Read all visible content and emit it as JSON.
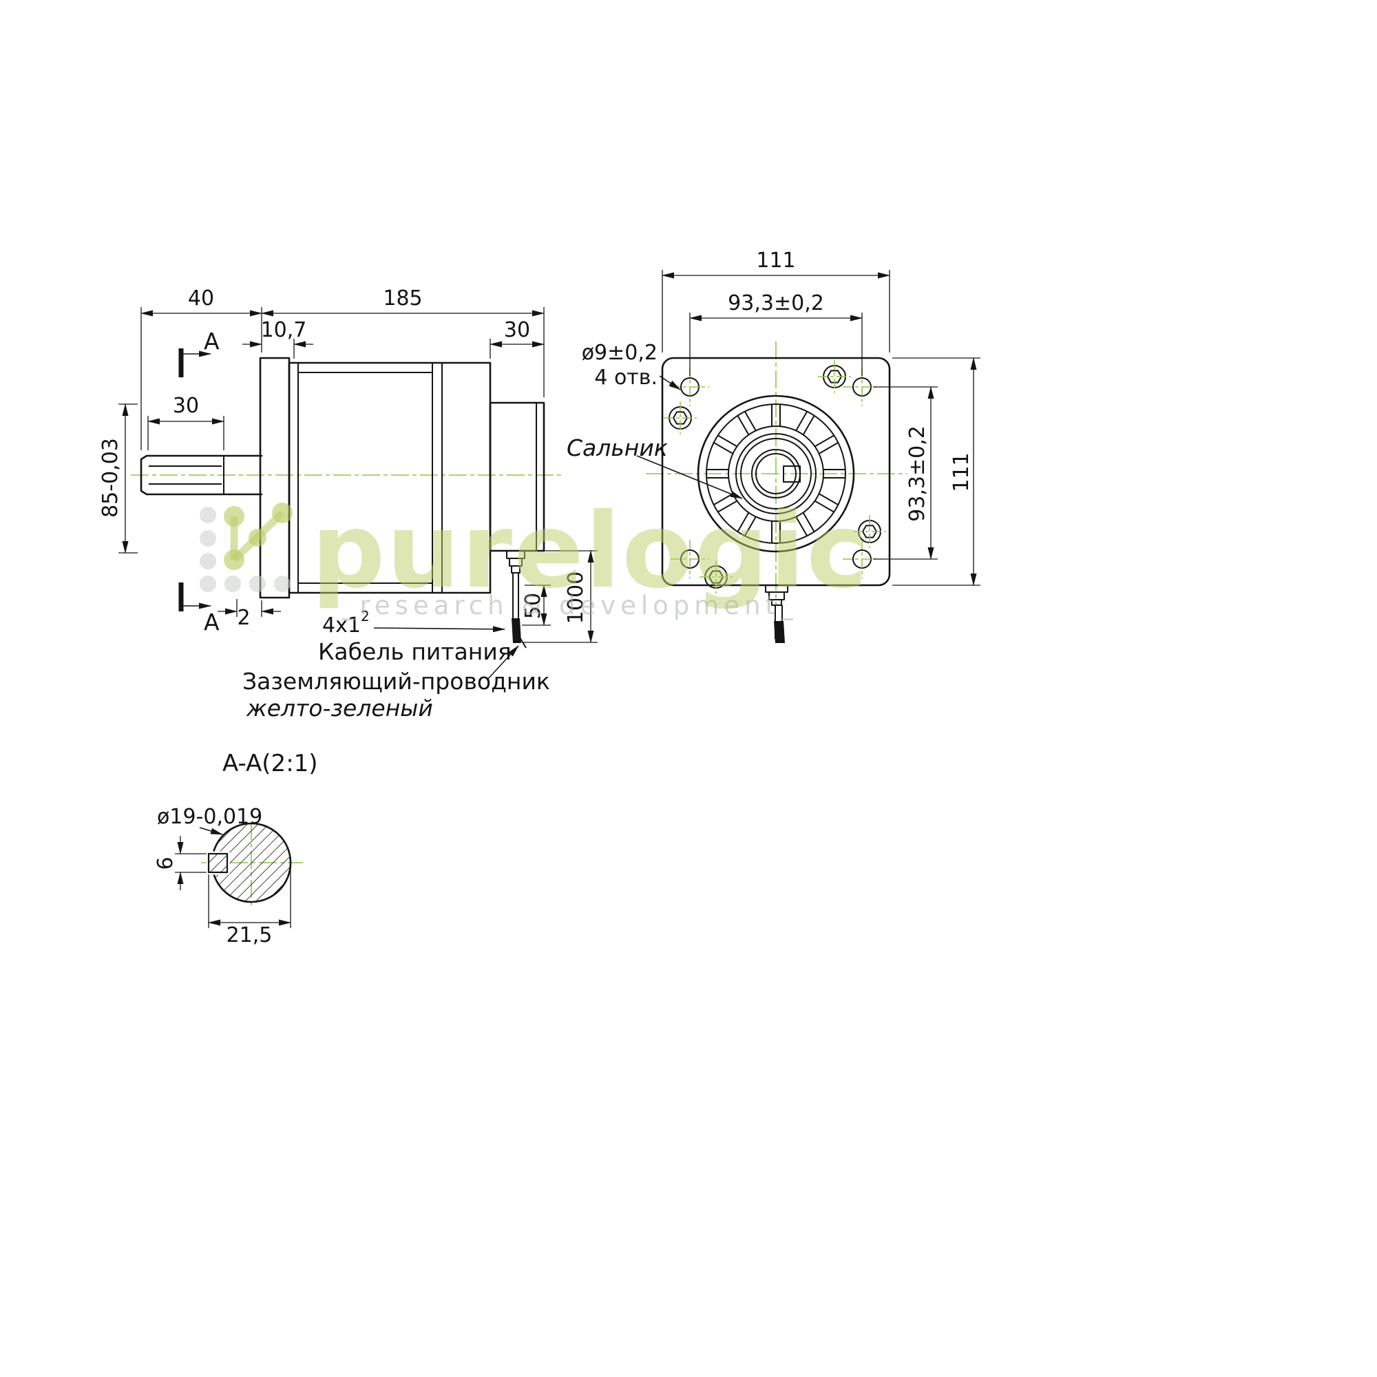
{
  "colors": {
    "line": "#141414",
    "centerline": "#8cc63f",
    "watermark_green": "#bcce67",
    "watermark_gray": "#a9b3a0"
  },
  "side_view": {
    "dim_shaft_len": "40",
    "dim_body_len": "185",
    "dim_flange": "10,7",
    "dim_rear": "30",
    "dim_key_len": "30",
    "dim_pilot": "85-0,03",
    "dim_key_offset": "2",
    "dim_strip": "50",
    "dim_cable": "1000",
    "section_mark_top": "A",
    "section_mark_bottom": "A",
    "cable_spec": "4x1",
    "cable_spec_sup": "2",
    "cable_label": "Кабель питания",
    "ground_label_line1": "Заземляющий-проводник",
    "ground_label_line2": "желто-зеленый"
  },
  "front_view": {
    "dim_width": "111",
    "dim_hole_span_h": "93,3±0,2",
    "hole_note_line1": "ø9±0,2",
    "hole_note_line2": "4 отв.",
    "seal_label": "Сальник",
    "dim_hole_span_v": "93,3±0,2",
    "dim_height": "111"
  },
  "section_view": {
    "title": "A-A(2:1)",
    "dim_diameter": "ø19-0,019",
    "dim_key_width": "6",
    "dim_across": "21,5"
  },
  "watermark": {
    "brand": "purelogic",
    "tagline": "_research & development_"
  }
}
